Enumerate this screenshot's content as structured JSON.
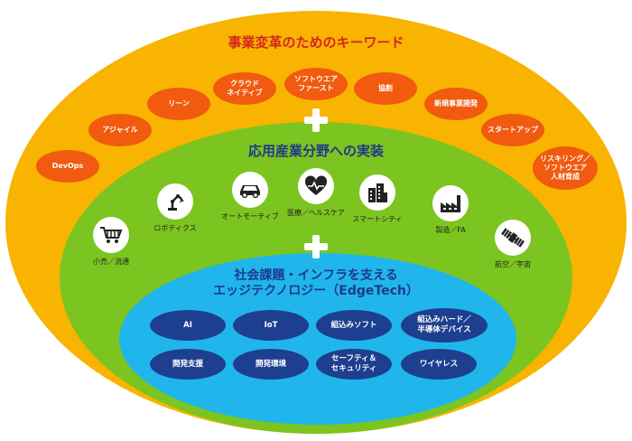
{
  "outer": {
    "title": "事業変革のためのキーワード"
  },
  "keywords": [
    "DevOps",
    "アジャイル",
    "リーン",
    "クラウド\nネイティブ",
    "ソフトウエア\nファースト",
    "協創",
    "新規事業開発",
    "スタートアップ",
    "リスキリング／\nソフトウエア\n人材育成"
  ],
  "middle": {
    "title": "応用産業分野への実装"
  },
  "industries": [
    {
      "label": "小売／流通",
      "icon": "shopping-cart-icon"
    },
    {
      "label": "ロボティクス",
      "icon": "robot-arm-icon"
    },
    {
      "label": "オートモーティブ",
      "icon": "car-icon"
    },
    {
      "label": "医療／ヘルスケア",
      "icon": "heart-pulse-icon"
    },
    {
      "label": "スマートシティ",
      "icon": "buildings-icon"
    },
    {
      "label": "製造／FA",
      "icon": "factory-icon"
    },
    {
      "label": "航空／宇宙",
      "icon": "satellite-icon"
    }
  ],
  "inner": {
    "title_line1": "社会課題・インフラを支える",
    "title_line2": "エッジテクノロジー（EdgeTech）"
  },
  "technologies": [
    "AI",
    "IoT",
    "組込みソフト",
    "組込みハード／\n半導体デバイス",
    "開発支援",
    "開発環境",
    "セーフティ＆\nセキュリティ",
    "ワイヤレス"
  ],
  "colors": {
    "outer": "#f8b400",
    "middle": "#7cc41f",
    "inner": "#20b6ec",
    "keyword_bubble": "#f15a0f",
    "tech_bubble": "#1e3f8f",
    "outer_title": "#d7261e",
    "middle_title": "#1e3a8a"
  }
}
